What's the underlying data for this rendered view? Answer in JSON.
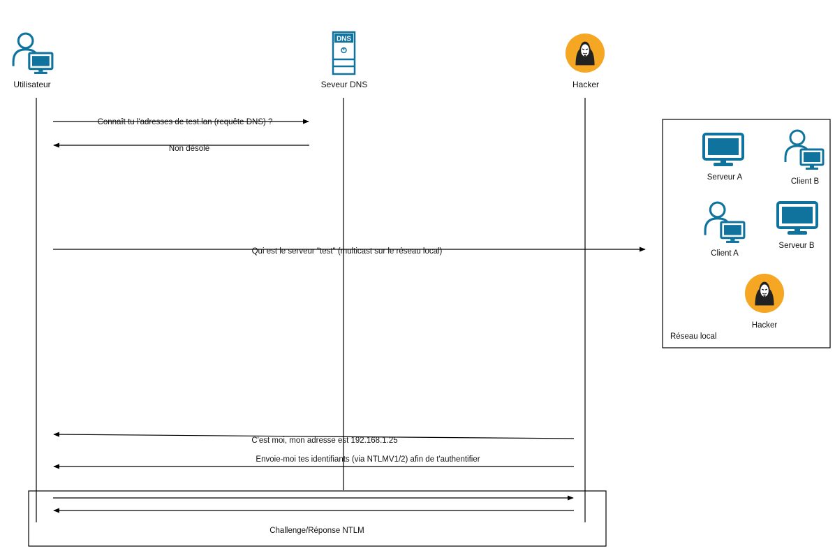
{
  "participants": {
    "user": {
      "label": "Utilisateur",
      "icon": "user-computer-icon"
    },
    "dns": {
      "label": "Seveur DNS",
      "icon": "dns-server-icon",
      "badge": "DNS"
    },
    "hacker": {
      "label": "Hacker",
      "icon": "hacker-icon"
    }
  },
  "messages": [
    {
      "text": "Connaît tu l'adresses de test.lan (requête DNS) ?",
      "from": "user",
      "to": "dns"
    },
    {
      "text": "Non désolé",
      "from": "dns",
      "to": "user"
    },
    {
      "text": "Qui est le serveur \"test\" (multicast sur le réseau local)",
      "from": "user",
      "to": "local-network"
    },
    {
      "text": "C'est moi, mon adresse est 192.168.1.25",
      "from": "hacker",
      "to": "user"
    },
    {
      "text": "Envoie-moi tes identifiants (via NTLMV1/2) afin de t'authentifier",
      "from": "hacker",
      "to": "user"
    }
  ],
  "challenge_box": {
    "label": "Challenge/Réponse NTLM"
  },
  "local_network": {
    "label": "Réseau local",
    "nodes": {
      "serveur_a": "Serveur A",
      "client_b": "Client B",
      "client_a": "Client A",
      "serveur_b": "Serveur B",
      "hacker": "Hacker"
    }
  },
  "colors": {
    "icon_teal": "#10739e",
    "hacker_orange": "#f5a623",
    "line": "#000000"
  }
}
